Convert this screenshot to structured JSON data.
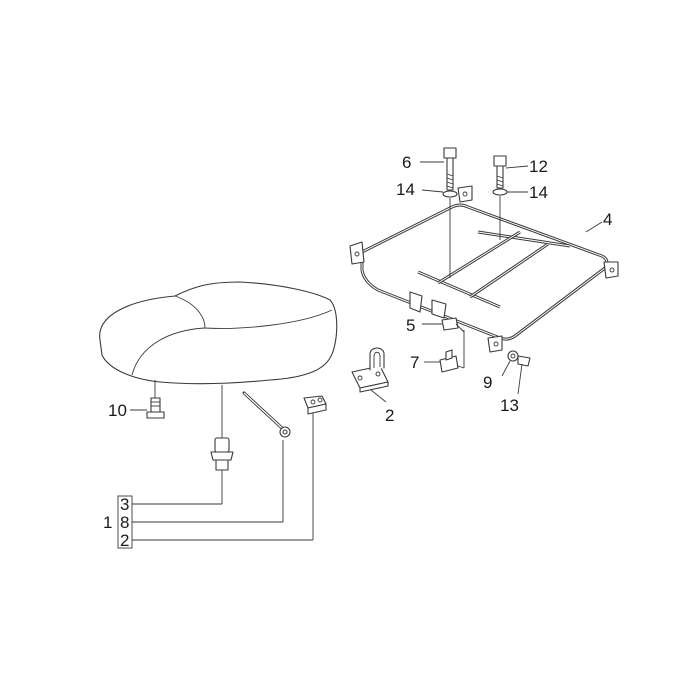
{
  "callouts": {
    "c6": "6",
    "c12": "12",
    "c14a": "14",
    "c14b": "14",
    "c4": "4",
    "c5": "5",
    "c7": "7",
    "c2": "2",
    "c9": "9",
    "c13": "13",
    "c10": "10"
  },
  "kit": {
    "label": "1",
    "items": [
      "3",
      "8",
      "2"
    ]
  }
}
